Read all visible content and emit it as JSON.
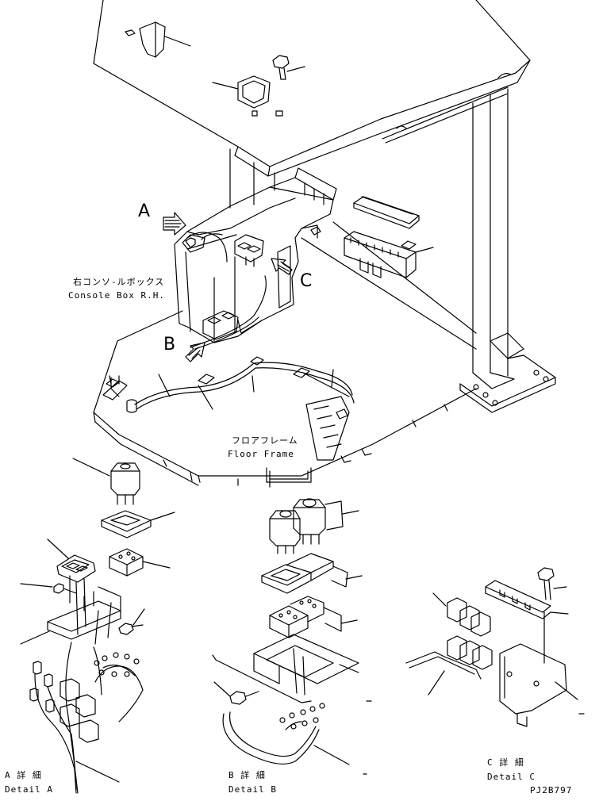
{
  "callouts": {
    "a": "A",
    "b": "B",
    "c": "C"
  },
  "labels": {
    "console_jp": "右コンソ-ルボックス",
    "console_en": "Console Box R.H.",
    "floor_jp": "フロアフレーム",
    "floor_en": "Floor Frame"
  },
  "details": {
    "a_jp": "A 詳 細",
    "a_en": "Detail A",
    "b_jp": "B 詳 細",
    "b_en": "Detail B",
    "c_jp": "C 詳 細",
    "c_en": "Detail C"
  },
  "drawing_number": "PJ2B797"
}
